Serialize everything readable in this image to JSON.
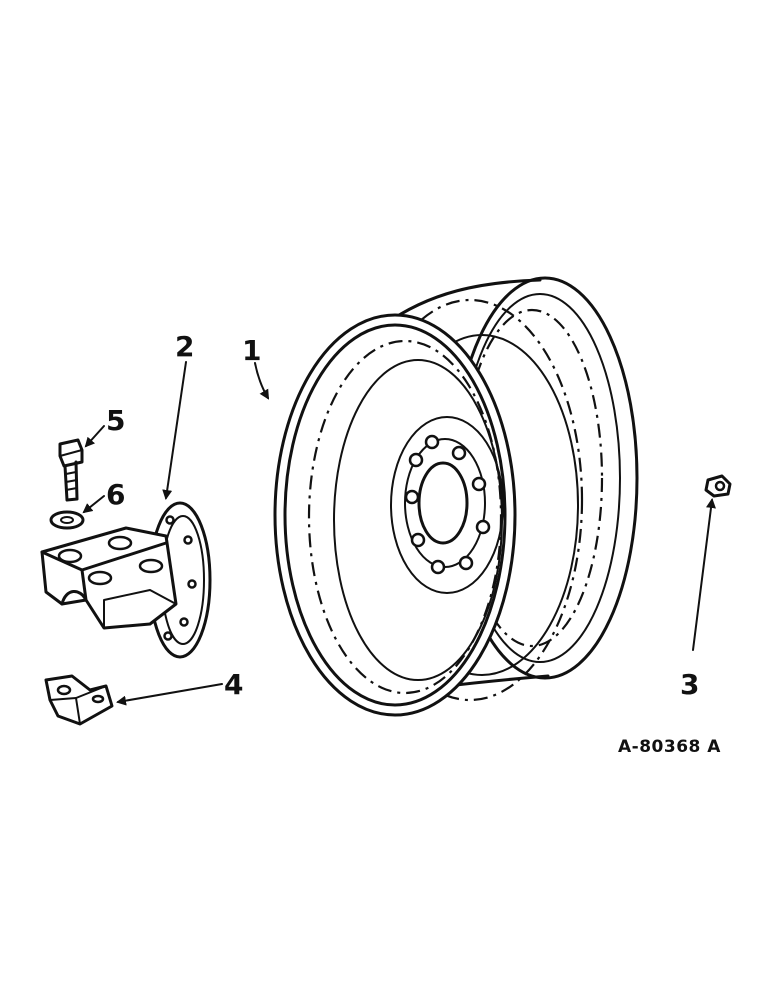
{
  "callouts": [
    {
      "id": "1",
      "label": "1"
    },
    {
      "id": "2",
      "label": "2"
    },
    {
      "id": "3",
      "label": "3"
    },
    {
      "id": "4",
      "label": "4"
    },
    {
      "id": "5",
      "label": "5"
    },
    {
      "id": "6",
      "label": "6"
    }
  ],
  "reference_code": "A-80368 A"
}
